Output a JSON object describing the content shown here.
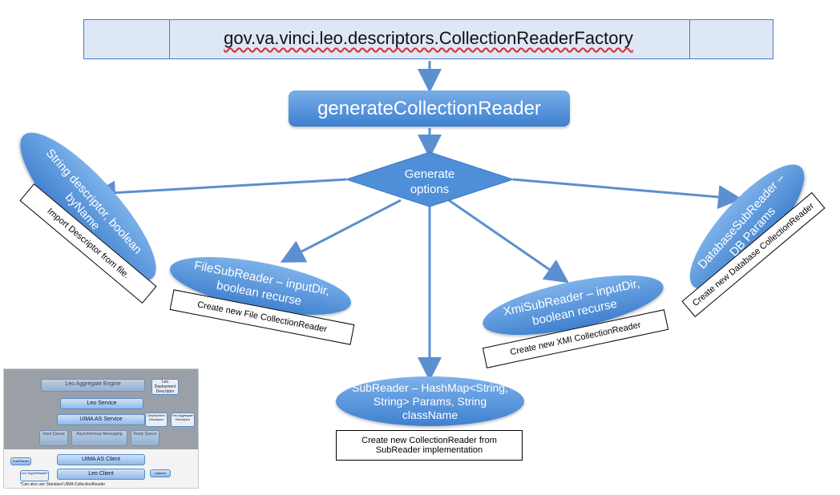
{
  "header": {
    "title": "gov.va.vinci.leo.descriptors.CollectionReaderFactory"
  },
  "method": {
    "label": "generateCollectionReader"
  },
  "decision": {
    "label": "Generate options"
  },
  "options": {
    "string_descriptor": {
      "label": "String descriptor, boolean byName",
      "note": "Import Descriptor from file."
    },
    "file": {
      "label": "FileSubReader – inputDir, boolean recurse",
      "note": "Create new File CollectionReader"
    },
    "subreader": {
      "label": "SubReader – HashMap<String, String> Params, String className",
      "note": "Create new CollectionReader from SubReader implementation"
    },
    "xmi": {
      "label": "XmiSubReader – inputDir, boolean recurse",
      "note": "Create new XMI CollectionReader"
    },
    "database": {
      "label": "DatabaseSubReader – DB Params",
      "note": "Create new Database CollectionReader"
    }
  },
  "thumbnail": {
    "aggregate": "Leo Aggregate Engine",
    "deployment": "Leo Deployment Descriptor",
    "leo_service": "Leo Service",
    "uima_service": "UIMA AS Service",
    "deployment2": "Deployment Descriptor",
    "aggregate_desc": "Fan Aggregate Descriptor",
    "input_queue": "Input Queue",
    "async": "Asynchronous Messaging",
    "reply_queue": "Reply Queue",
    "uima_client": "UIMA AS Client",
    "leo_client": "Leo Client",
    "subreader": "SubReader",
    "super_reader": "Leo SuperReader*",
    "listener": "Listener",
    "footnote": "*Can also use Standard UIMA CollectionReader"
  },
  "colors": {
    "accent": "#4f8fd8",
    "arrow": "#5b8fcf",
    "header_fill": "#dde7f5"
  }
}
